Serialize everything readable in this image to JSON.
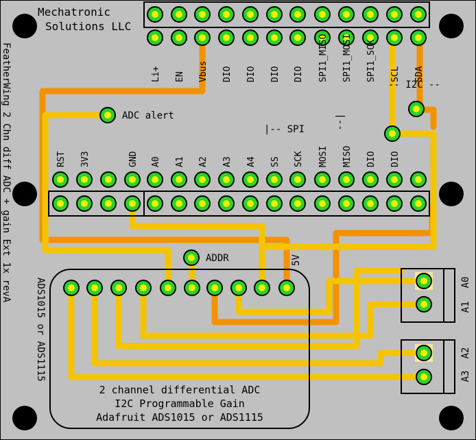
{
  "board": {
    "colors": {
      "background": "#c0c0c0",
      "trace_yellow": "#f5c400",
      "trace_orange": "#f39200",
      "pad_ring": "#2dd12d",
      "pad_hole": "#f0f000",
      "silk": "#000000",
      "mount_hole": "#000000"
    },
    "company": [
      "Mechatronic",
      "Solutions LLC"
    ],
    "side_text": "FeatherWing 2 Chn diff ADC + gain Ext 1x  revA",
    "chip_side_text": "ADS1015 or ADS1115",
    "top_pin_labels": [
      "Li+",
      "EN",
      "Vbus",
      "DIO",
      "DIO",
      "DIO",
      "DIO",
      "SPI1_MISO",
      "SPI1_MOSI",
      "SPI1_SCK",
      "SCL",
      "SDA"
    ],
    "i2c_marker": "-- I2C --",
    "adc_alert": "ADC alert",
    "spi_marker": "|-- SPI",
    "spi_end_marker": "--|",
    "mid_pin_labels": [
      "RST",
      "3V3",
      "",
      "GND",
      "A0",
      "A1",
      "A2",
      "A3",
      "A4",
      "SS",
      "SCK",
      "MOSI",
      "MISO",
      "DIO",
      "DIO",
      ""
    ],
    "addr_label": "ADDR",
    "five_v_label": "5V",
    "terminal_labels": [
      "A0",
      "A1",
      "A2",
      "A3"
    ],
    "module_description": [
      "2 channel differential ADC",
      "I2C Programmable Gain",
      "Adafruit ADS1015 or ADS1115"
    ]
  }
}
